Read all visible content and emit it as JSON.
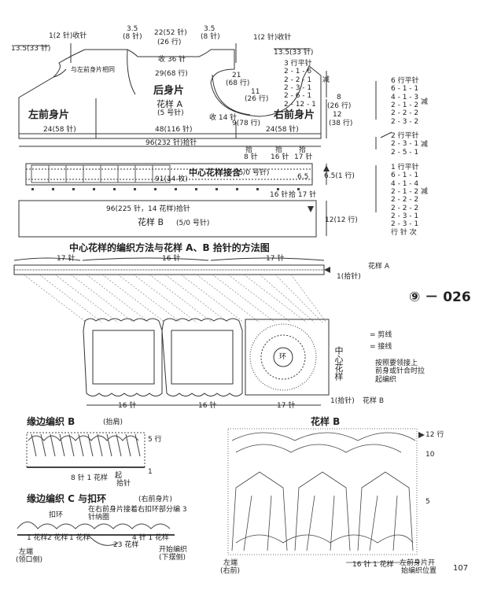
{
  "page": {
    "page_number": "107",
    "pattern_id": "⑨ － 026"
  },
  "top_diagram": {
    "left_front": "左前身片",
    "back": "后身片",
    "back_pattern": "花样 A",
    "back_hook": "(5 号针)",
    "right_front": "右前身片",
    "center_joint": "中心花样接合",
    "center_hook": "(5/0 号针)",
    "pattern_b": "花样 B",
    "pattern_b_hook": "(5/0 号针)",
    "decrease_note_left": "1(2 针)收针",
    "decrease_note_right": "1(2 针)收针",
    "shoulder_left": "13.5(33 针)",
    "shoulder_right": "13.5(33 针)",
    "neck_top": "22(52 针)",
    "neck_top2": "(26 行)",
    "neck_left_a": "3.5",
    "neck_left_b": "(8 针)",
    "neck_right_a": "3.5",
    "neck_right_b": "(8 针)",
    "neck_bind": "收 36 针",
    "same_as_front": "与左前身片相同",
    "armhole_depth": "29(68 行)",
    "armhole_21": "21",
    "armhole_21_rows": "(68 行)",
    "armhole_11": "11",
    "armhole_11_rows": "(26 行)",
    "bind14": "收 14 针",
    "nine": "9(78 行)",
    "width_left": "24(58 针)",
    "width_back": "48(116 针)",
    "width_right": "24(58 针)",
    "total_pick": "96(232 针)拾针",
    "pick8": "拾",
    "pick8b": "8 针",
    "pick16": "拾",
    "pick16b": "16 针",
    "pick17": "拾",
    "pick17b": "17 针",
    "center_length": "91(14 枚)",
    "center_65": "6.5",
    "pick16_bottom": "16 针",
    "pick17_bottom": "拾 17 针",
    "b_pick": "96(225 针，14 花样)拾针",
    "h_8": "8",
    "h_8b": "(26 行)",
    "h_12": "12",
    "h_12b": "(38 行)",
    "h_65": "6.5(1 行)",
    "h_12_12": "12(12 行)",
    "dec_label": "减",
    "dec_label2": "减",
    "rows_table": [
      "3 行平针",
      "2 - 1 - 6",
      "2 - 2 - 1",
      "2 - 3 - 1",
      "2 - 6 - 1",
      "2 - 12 - 1"
    ],
    "side_table1": [
      "6 行平针",
      "6 - 1 - 1",
      "4 - 1 - 3",
      "2 - 1 - 2",
      "2 - 2 - 2",
      "2 - 3 - 2"
    ],
    "side_table1_label": "减",
    "side_table2": [
      "2 行平针",
      "2 - 3 - 1",
      "2 - 5 - 1"
    ],
    "side_table2_label": "减",
    "side_table3": [
      "1 行平针",
      "6 - 1 - 1",
      "4 - 1 - 4",
      "2 - 1 - 2",
      "2 - 2 - 2",
      "2 - 2 - 2",
      "2 - 3 - 1",
      "2 - 3 - 1",
      "行 针 次"
    ],
    "side_table3_label": "减"
  },
  "mid_diagram": {
    "title": "中心花样的编织方法与花样 A、B 拾针的方法图",
    "c17a": "17 针",
    "c16a": "16 针",
    "c17b": "17 针",
    "pattern_a": "花样 A",
    "one_pick": "1(拾针)",
    "center_v": "中心花样",
    "legend_cut": "= 剪线",
    "legend_join": "= 接线",
    "legend_note": "按照要领接上\n前身或针合时拉\n起编织",
    "ring": "环",
    "b16a": "16 针",
    "b16b": "16 针",
    "b17": "17 针",
    "one_pick_b": "1(拾针)",
    "pattern_b": "花样 B"
  },
  "edge_b": {
    "title": "缘边编织 B",
    "subtitle": "(抬肩)",
    "row5": "5 行",
    "repeat": "8 针 1 花样",
    "pick": "拾针",
    "start": "起",
    "arrow1": "1"
  },
  "edge_c": {
    "title": "缘边编织 C 与扣环",
    "subtitle": "(右前身片)",
    "loop": "扣环",
    "note": "在右前身片接着右扣环部分编 3\n针纳圈",
    "p1": "1 花样",
    "p2": "2 花样",
    "p3": "1 花样",
    "p4": "4 针 1 花样",
    "start_left": "左端",
    "start_left2": "(领口侧)",
    "twenty3": "23 花样",
    "start_right": "开始编织",
    "start_right2": "(下摆侧)"
  },
  "pattern_b_chart": {
    "title": "花样 B",
    "row12": "12 行",
    "row10": "10",
    "row5": "5",
    "repeat": "16 针 1 花样",
    "left": "左端",
    "left2": "(右前)",
    "right": "左前身片开",
    "right2": "始编织位置"
  }
}
